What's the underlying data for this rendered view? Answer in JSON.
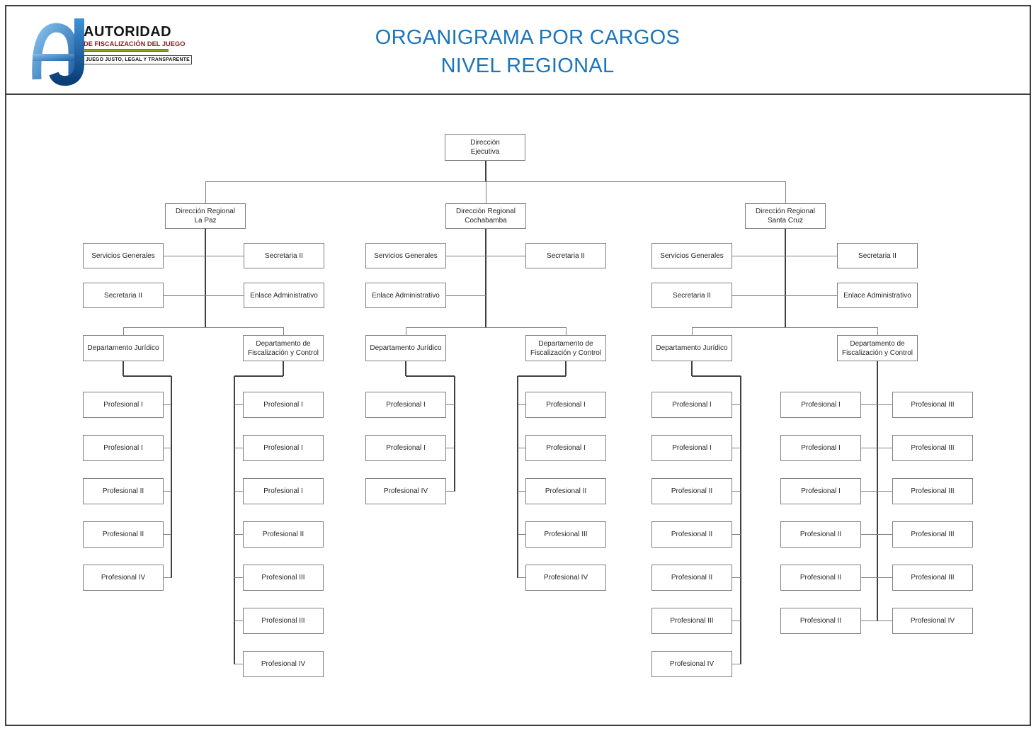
{
  "header": {
    "title_line1": "ORGANIGRAMA POR CARGOS",
    "title_line2": "NIVEL REGIONAL",
    "title_color": "#1B75BC"
  },
  "logo": {
    "monogram": "AJ",
    "name": "AUTORIDAD",
    "subtitle": "DE FISCALIZACIÓN DEL JUEGO",
    "tagline": "JUEGO JUSTO, LEGAL Y TRANSPARENTE",
    "subtitle_color": "#7E1F1F",
    "flag_colors": [
      "#D52B1E",
      "#F9E300",
      "#007934"
    ],
    "monogram_colors": [
      "#85C1EC",
      "#1B5EA6",
      "#3E93D9",
      "#0C3E77"
    ]
  },
  "colors": {
    "box_border": "#7F7F7F",
    "line": "#7F7F7F",
    "trunk": "#404040",
    "text": "#262626",
    "frame": "#3F3F3F"
  },
  "org": {
    "root": {
      "label": "Dirección\nEjecutiva"
    },
    "regions": [
      {
        "label": "Dirección Regional\nLa Paz",
        "staff_left": [
          "Servicios Generales",
          "Secretaria II"
        ],
        "staff_right": [
          "Secretaria II",
          "Enlace Administrativo"
        ],
        "departments": [
          {
            "label": "Departamento Jurídico",
            "professionals": [
              "Profesional I",
              "Profesional I",
              "Profesional II",
              "Profesional II",
              "Profesional IV"
            ]
          },
          {
            "label": "Departamento de\nFiscalización y Control",
            "professionals": [
              "Profesional I",
              "Profesional I",
              "Profesional I",
              "Profesional II",
              "Profesional III",
              "Profesional III",
              "Profesional IV"
            ]
          }
        ]
      },
      {
        "label": "Dirección Regional\nCochabamba",
        "staff_left": [
          "Servicios Generales",
          "Enlace Administrativo"
        ],
        "staff_right": [
          "Secretaria II"
        ],
        "departments": [
          {
            "label": "Departamento Jurídico",
            "professionals": [
              "Profesional I",
              "Profesional I",
              "Profesional IV"
            ]
          },
          {
            "label": "Departamento de\nFiscalización y Control",
            "professionals": [
              "Profesional I",
              "Profesional I",
              "Profesional II",
              "Profesional III",
              "Profesional IV"
            ]
          }
        ]
      },
      {
        "label": "Dirección Regional\nSanta Cruz",
        "staff_left": [
          "Servicios Generales",
          "Secretaria II"
        ],
        "staff_right": [
          "Secretaria II",
          "Enlace Administrativo"
        ],
        "departments": [
          {
            "label": "Departamento Jurídico",
            "professionals": [
              "Profesional I",
              "Profesional I",
              "Profesional II",
              "Profesional II",
              "Profesional II",
              "Profesional III",
              "Profesional IV"
            ]
          },
          {
            "label": "Departamento de\nFiscalización y Control",
            "professionals_left": [
              "Profesional I",
              "Profesional I",
              "Profesional I",
              "Profesional II",
              "Profesional II",
              "Profesional II"
            ],
            "professionals_right": [
              "Profesional III",
              "Profesional III",
              "Profesional III",
              "Profesional III",
              "Profesional III",
              "Profesional IV"
            ]
          }
        ]
      }
    ]
  }
}
